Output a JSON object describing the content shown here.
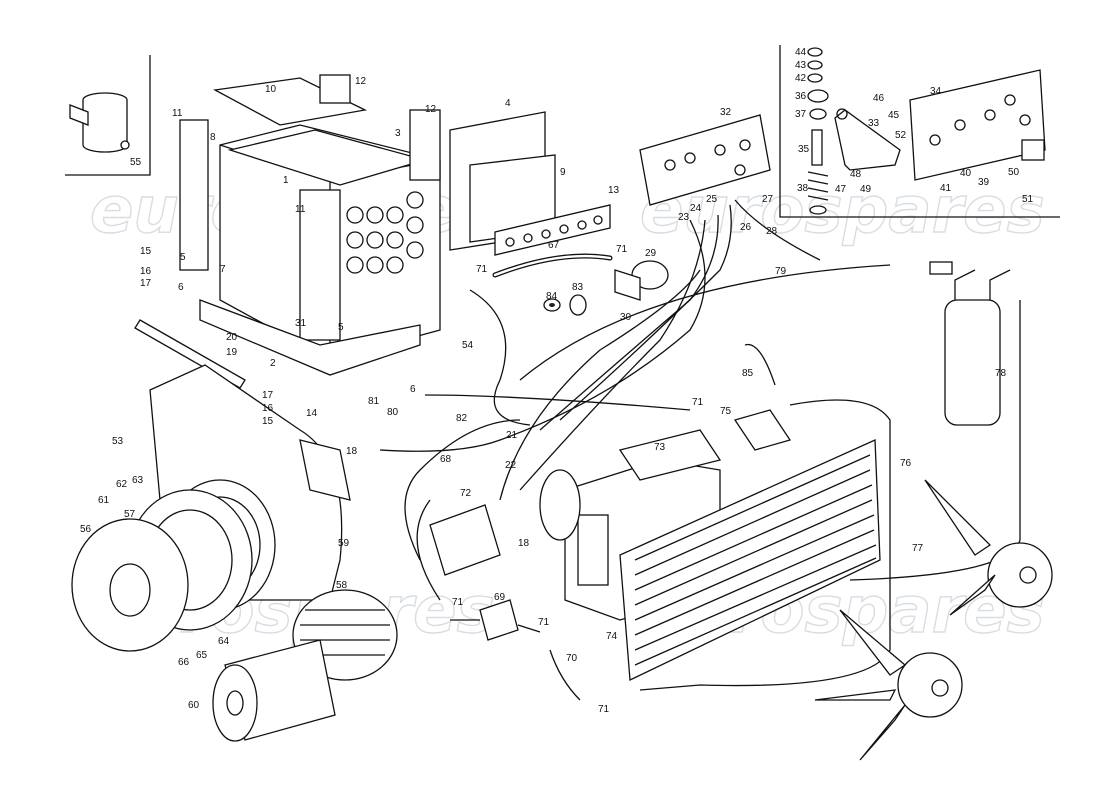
{
  "watermark": {
    "text": "eurospares"
  },
  "labels": {
    "n1": "1",
    "n2": "2",
    "n3": "3",
    "n4": "4",
    "n5a": "5",
    "n5b": "5",
    "n6a": "6",
    "n6b": "6",
    "n7": "7",
    "n8": "8",
    "n9": "9",
    "n10": "10",
    "n11a": "11",
    "n11b": "11",
    "n12a": "12",
    "n12b": "12",
    "n13": "13",
    "n14": "14",
    "n15a": "15",
    "n15b": "15",
    "n16a": "16",
    "n16b": "16",
    "n17a": "17",
    "n17b": "17",
    "n18a": "18",
    "n18b": "18",
    "n19": "19",
    "n20": "20",
    "n21": "21",
    "n22": "22",
    "n23": "23",
    "n24": "24",
    "n25": "25",
    "n26": "26",
    "n27": "27",
    "n28": "28",
    "n29": "29",
    "n30": "30",
    "n31": "31",
    "n32": "32",
    "n33": "33",
    "n34": "34",
    "n35": "35",
    "n36": "36",
    "n37": "37",
    "n38": "38",
    "n39": "39",
    "n40": "40",
    "n41": "41",
    "n42": "42",
    "n43": "43",
    "n44": "44",
    "n45": "45",
    "n46": "46",
    "n47": "47",
    "n48": "48",
    "n49": "49",
    "n50": "50",
    "n51": "51",
    "n52": "52",
    "n53": "53",
    "n54": "54",
    "n55": "55",
    "n56": "56",
    "n57": "57",
    "n58": "58",
    "n59": "59",
    "n60": "60",
    "n61": "61",
    "n62": "62",
    "n63": "63",
    "n64": "64",
    "n65": "65",
    "n66": "66",
    "n67": "67",
    "n68": "68",
    "n69": "69",
    "n70": "70",
    "n71a": "71",
    "n71b": "71",
    "n71c": "71",
    "n71d": "71",
    "n71e": "71",
    "n71f": "71",
    "n72": "72",
    "n73": "73",
    "n74": "74",
    "n75": "75",
    "n76": "76",
    "n77": "77",
    "n78": "78",
    "n79": "79",
    "n80": "80",
    "n81": "81",
    "n82": "82",
    "n83": "83",
    "n84": "84",
    "n85": "85"
  }
}
